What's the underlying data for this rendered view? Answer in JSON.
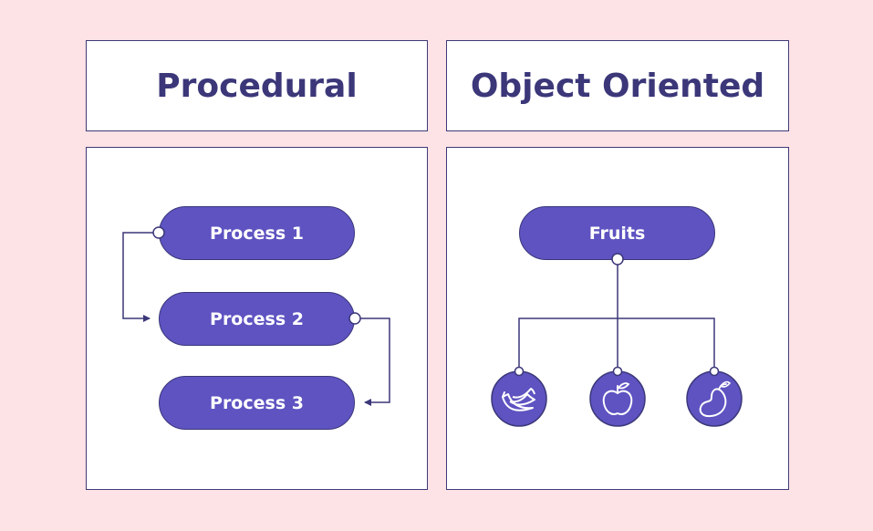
{
  "titles": {
    "procedural": "Procedural",
    "object_oriented": "Object Oriented"
  },
  "procedural": {
    "processes": [
      "Process 1",
      "Process 2",
      "Process 3"
    ]
  },
  "object_oriented": {
    "parent": "Fruits",
    "children": [
      {
        "icon": "banana-icon"
      },
      {
        "icon": "apple-icon"
      },
      {
        "icon": "mango-icon"
      }
    ]
  },
  "colors": {
    "background": "#fde2e6",
    "accent": "#5e53c1",
    "text_dark": "#3b3779",
    "border": "#3d3a78"
  }
}
